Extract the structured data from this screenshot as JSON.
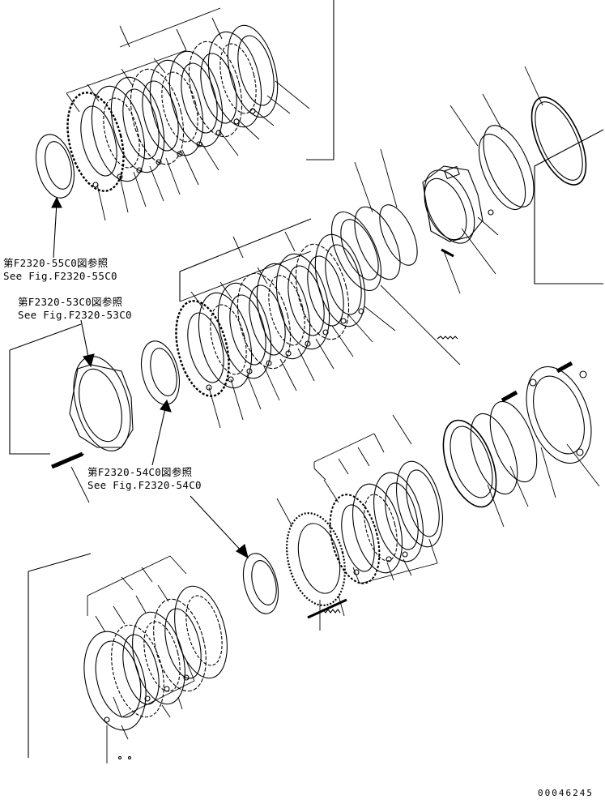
{
  "references": [
    {
      "jp": "第F2320-55C0図参照",
      "en": "See Fig.F2320-55C0"
    },
    {
      "jp": "第F2320-53C0図参照",
      "en": "See Fig.F2320-53C0"
    },
    {
      "jp": "第F2320-54C0図参照",
      "en": "See Fig.F2320-54C0"
    }
  ],
  "document_number": "00046245"
}
